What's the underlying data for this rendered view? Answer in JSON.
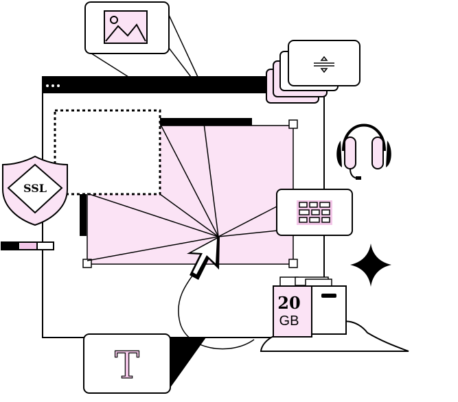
{
  "colors": {
    "ink": "#000000",
    "pink": "#fbe3f5",
    "pink_dark": "#f3c6e8",
    "paper": "#ffffff"
  },
  "badges": {
    "ssl": "SSL",
    "storage_amount": "20",
    "storage_unit": "GB",
    "text_tool": "T"
  },
  "icons": [
    "image-icon",
    "layers-sort-icon",
    "headphones-icon",
    "grid-blocks-icon",
    "ssl-shield-icon",
    "sparkle-icon",
    "cursor-icon",
    "cloud-icon",
    "storage-box-icon",
    "text-tool-icon"
  ]
}
